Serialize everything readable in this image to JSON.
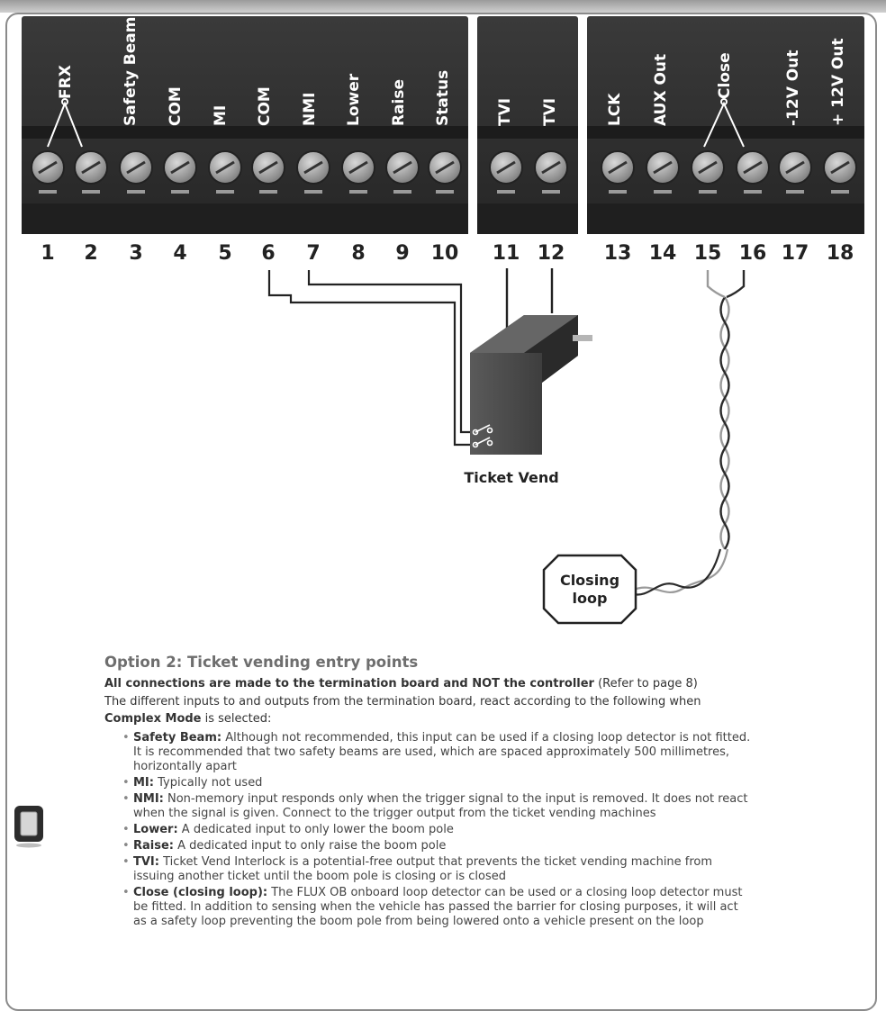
{
  "block1": {
    "labels": [
      "FRX",
      "Safety Beam",
      "COM",
      "MI",
      "COM",
      "NMI",
      "Lower",
      "Raise",
      "Status"
    ],
    "numbers": [
      "1",
      "2",
      "3",
      "4",
      "5",
      "6",
      "7",
      "8",
      "9",
      "10"
    ]
  },
  "block2": {
    "labels": [
      "TVI",
      "TVI"
    ],
    "numbers": [
      "11",
      "12"
    ]
  },
  "block3": {
    "labels": [
      "LCK",
      "AUX Out",
      "Close",
      "-12V Out",
      "+ 12V Out"
    ],
    "numbers": [
      "13",
      "14",
      "15",
      "16",
      "17",
      "18"
    ]
  },
  "device_label": "Ticket Vend",
  "loop_label_line1": "Closing",
  "loop_label_line2": "loop",
  "section": {
    "title": "Option 2: Ticket vending entry points",
    "note_bold": "All connections are made to the termination board and NOT the controller",
    "note_rest": " (Refer to page 8)",
    "intro_line1": "The different inputs to and outputs from the termination board, react according to the following when",
    "intro_bold": "Complex Mode",
    "intro_rest": " is selected:",
    "bullets": [
      {
        "term": "Safety Beam:",
        "lines": [
          "Although not recommended, this input can be used if a closing loop detector is not fitted.",
          "It is recommended that two safety beams are used, which are spaced approximately 500 millimetres,",
          "horizontally apart"
        ]
      },
      {
        "term": "MI:",
        "lines": [
          "Typically not used"
        ]
      },
      {
        "term": "NMI:",
        "lines": [
          "Non-memory input responds only when the trigger signal to the input is removed. It does not react",
          "when the signal is given. Connect to the trigger output from the ticket vending machines"
        ]
      },
      {
        "term": "Lower:",
        "lines": [
          "A dedicated input to only lower the boom pole"
        ]
      },
      {
        "term": "Raise:",
        "lines": [
          "A dedicated input to only raise the boom pole"
        ]
      },
      {
        "term": "TVI:",
        "lines": [
          "Ticket Vend Interlock is a potential-free output that prevents the ticket vending machine from",
          "issuing another ticket until the boom pole is closing or is closed"
        ]
      },
      {
        "term": "Close (closing loop):",
        "lines": [
          "The FLUX OB onboard loop detector can be used or a closing loop detector must",
          "be fitted. In addition to sensing when the vehicle has passed the barrier for closing purposes, it will act",
          "as a safety loop preventing the boom pole from being lowered onto a vehicle present on the loop"
        ]
      }
    ]
  },
  "colors": {
    "terminal_block": "#2f2f2f",
    "label_text": "#ffffff",
    "number_text": "#222222",
    "title": "#6e6e6e"
  }
}
